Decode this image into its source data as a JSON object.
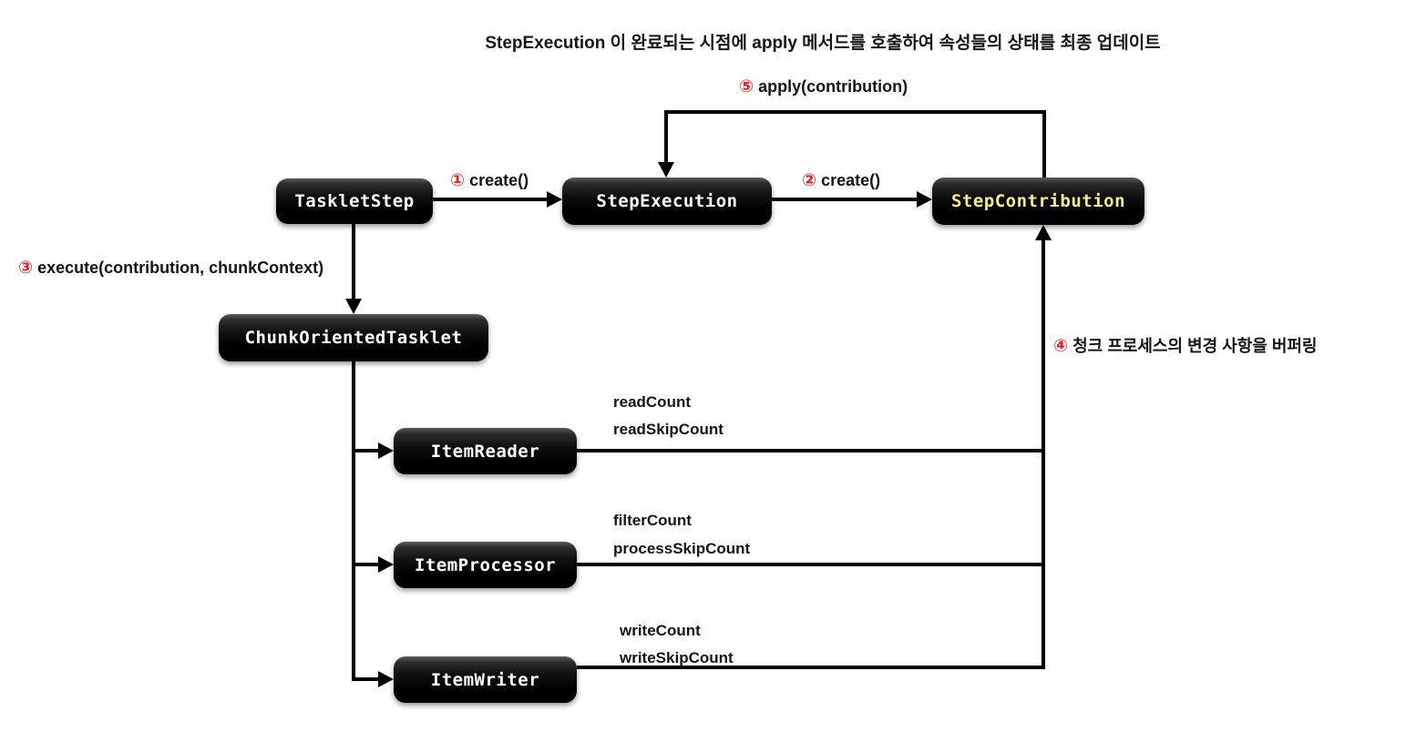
{
  "title": "StepExecution 이 완료되는 시점에 apply 메서드를 호출하여 속성들의 상태를 최종 업데이트",
  "nodes": {
    "tasklet_step": "TaskletStep",
    "step_execution": "StepExecution",
    "step_contribution": "StepContribution",
    "chunk_oriented_tasklet": "ChunkOrientedTasklet",
    "item_reader": "ItemReader",
    "item_processor": "ItemProcessor",
    "item_writer": "ItemWriter"
  },
  "labels": {
    "step1": {
      "num": "①",
      "text": "create()"
    },
    "step2": {
      "num": "②",
      "text": "create()"
    },
    "step3": {
      "num": "③",
      "text": "execute(contribution, chunkContext)"
    },
    "step4": {
      "num": "④",
      "text": "청크 프로세스의 변경 사항을 버퍼링"
    },
    "step5": {
      "num": "⑤",
      "text": "apply(contribution)"
    }
  },
  "metrics": {
    "reader": [
      "readCount",
      "readSkipCount"
    ],
    "processor": [
      "filterCount",
      "processSkipCount"
    ],
    "writer": [
      "writeCount",
      "writeSkipCount"
    ]
  },
  "colors": {
    "node_background": "#000000",
    "node_text": "#ffffff",
    "contribution_text": "#f3ef86",
    "step_number_red": "#ed1c24",
    "line": "#000000",
    "background": "#ffffff"
  }
}
